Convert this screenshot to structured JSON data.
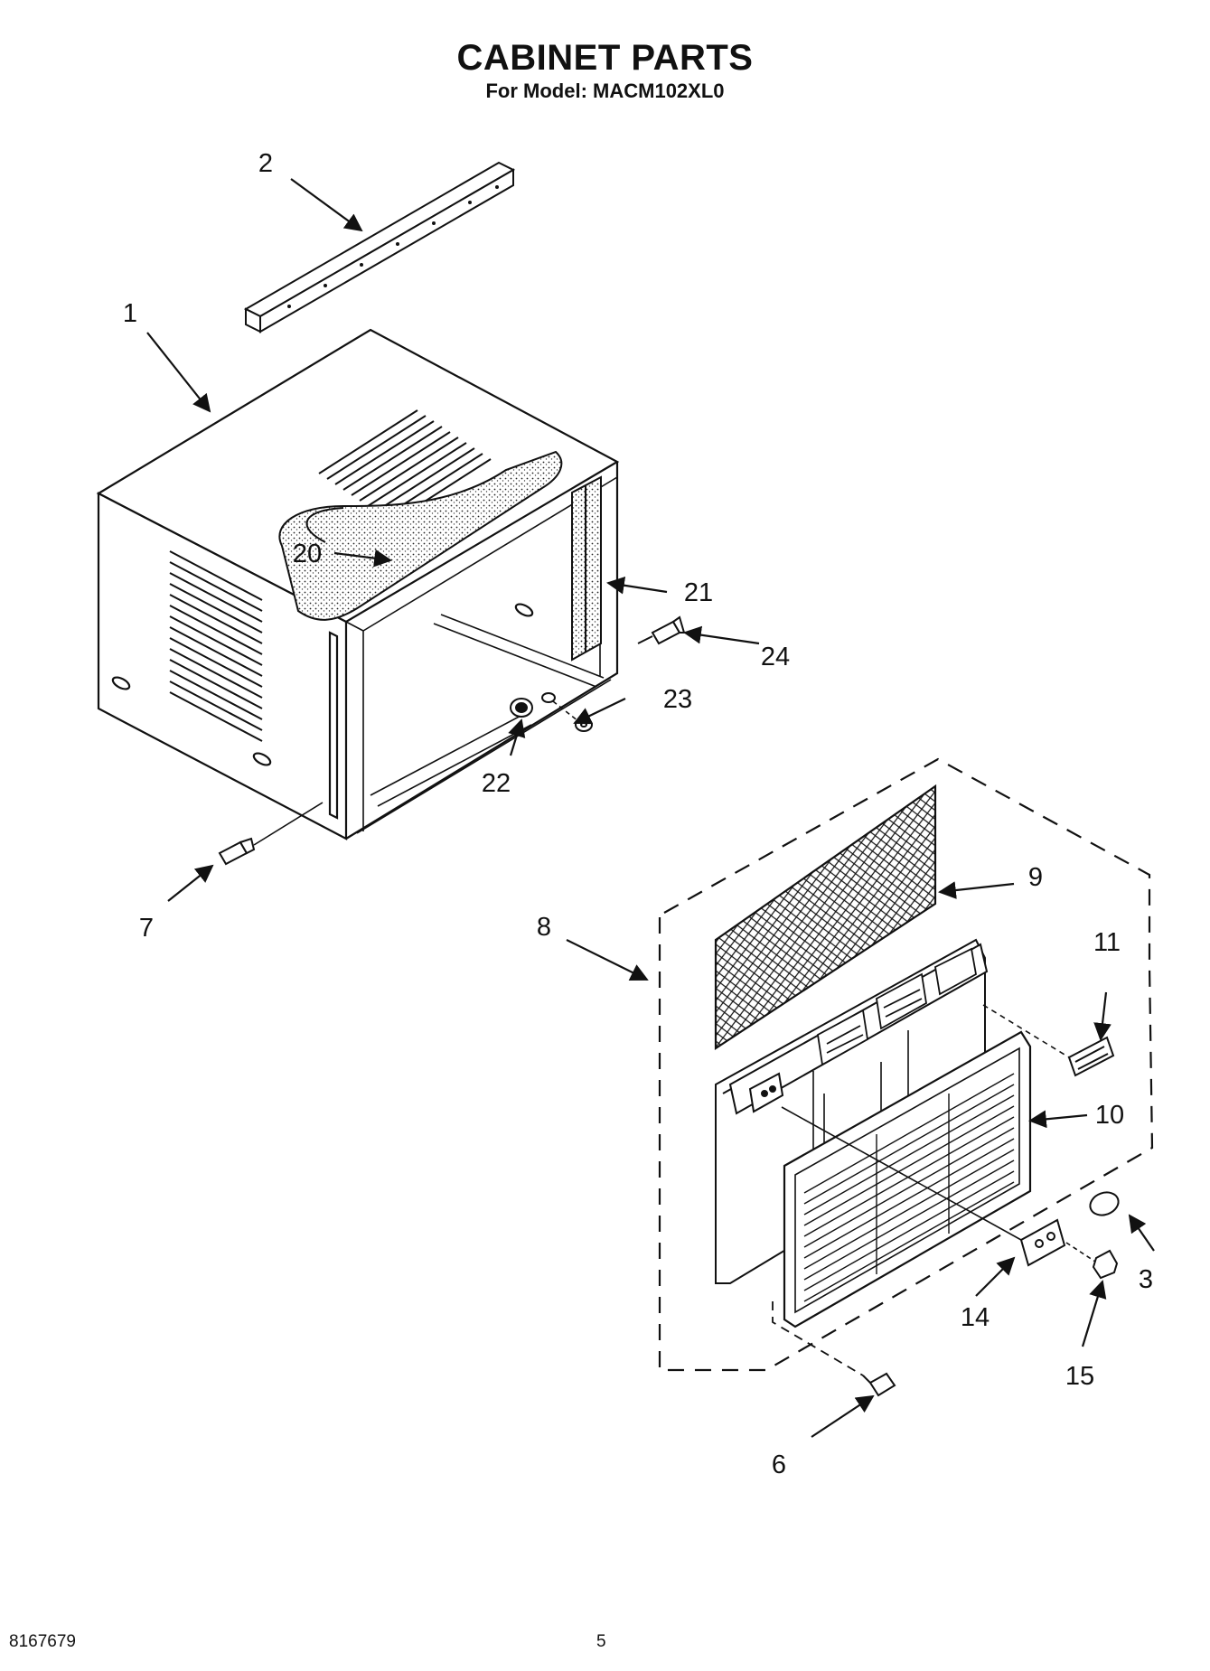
{
  "header": {
    "title": "CABINET PARTS",
    "subtitle": "For Model: MACM102XL0"
  },
  "callouts": {
    "p1": "1",
    "p2": "2",
    "p3": "3",
    "p6": "6",
    "p7": "7",
    "p8": "8",
    "p9": "9",
    "p10": "10",
    "p11": "11",
    "p14": "14",
    "p15": "15",
    "p20": "20",
    "p21": "21",
    "p22": "22",
    "p23": "23",
    "p24": "24"
  },
  "footer": {
    "doc_number": "8167679",
    "page_number": "5"
  }
}
